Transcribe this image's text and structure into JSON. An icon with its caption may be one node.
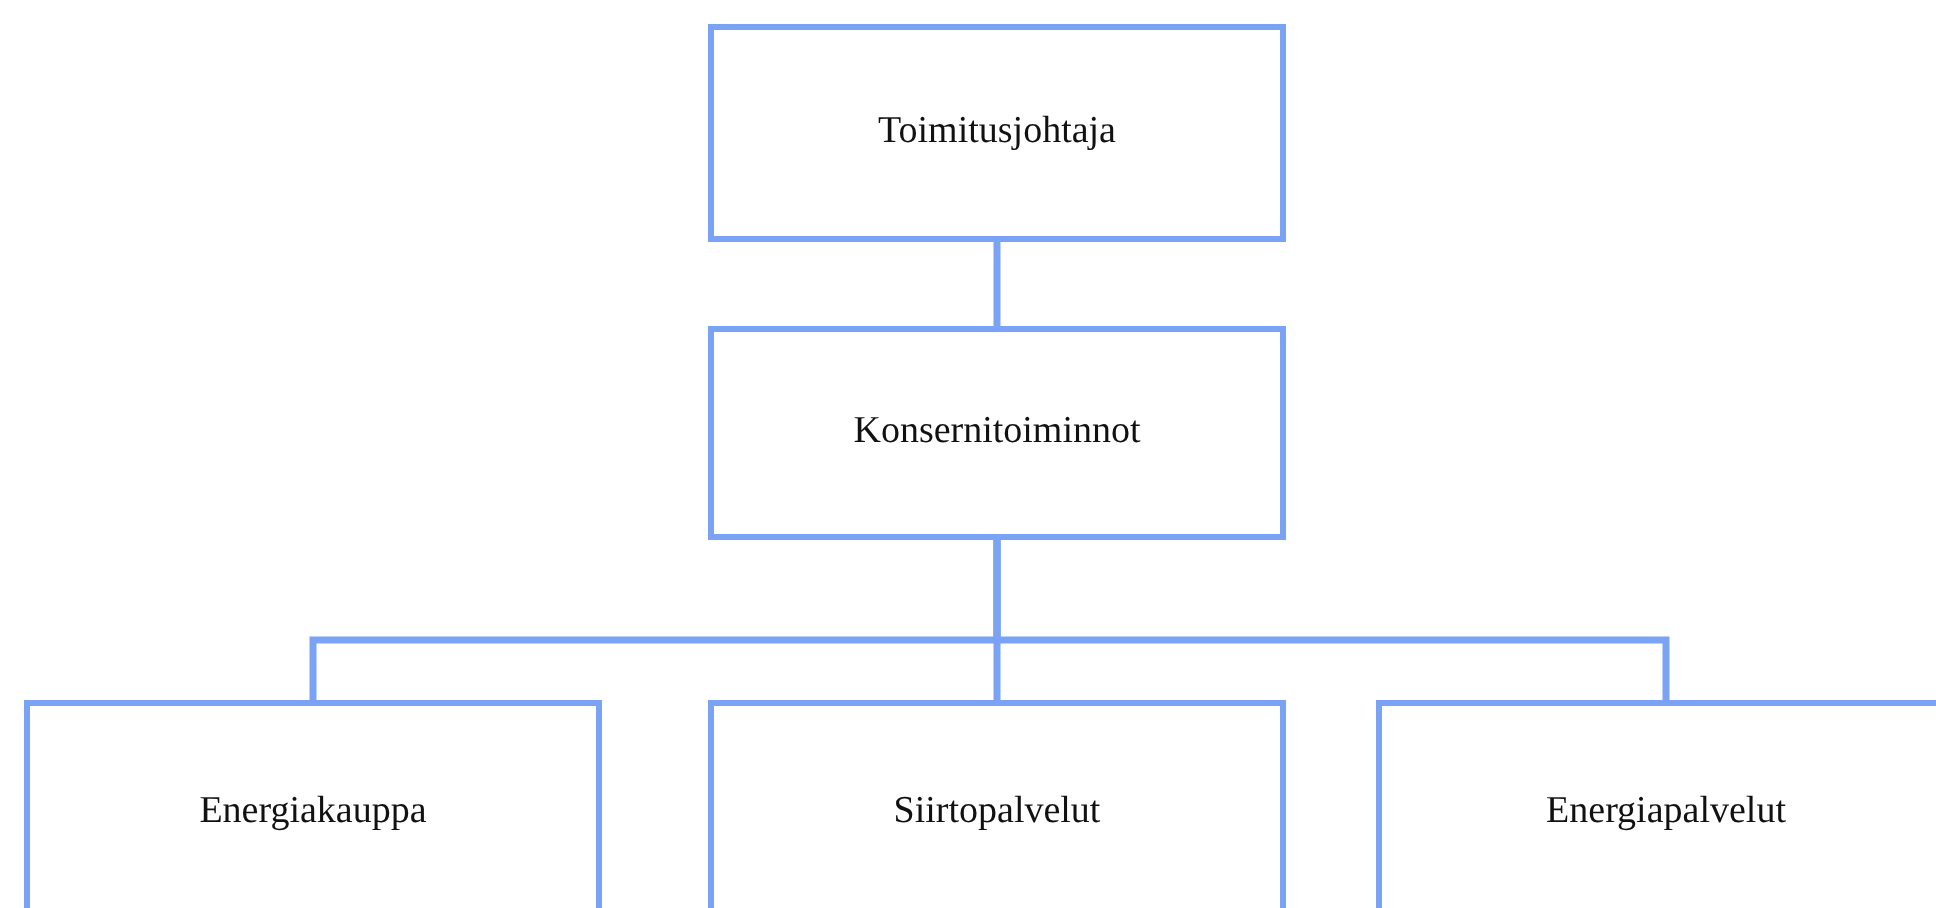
{
  "diagram": {
    "nodes": [
      {
        "text": [
          "Toimitusjohtaja"
        ]
      },
      {
        "text": [
          "Konsernitoiminnot"
        ]
      },
      {
        "text": [
          "Energiakauppa"
        ]
      },
      {
        "text": [
          "Siirtopalvelut"
        ]
      },
      {
        "text": [
          "Energiapalvelut"
        ]
      }
    ],
    "edges": [
      {
        "from": 0,
        "to": 1,
        "arrow": "none"
      },
      {
        "from": 1,
        "to": 2,
        "arrow": "none"
      },
      {
        "from": 1,
        "to": 3,
        "arrow": "none"
      },
      {
        "from": 1,
        "to": 4,
        "arrow": "none"
      }
    ]
  }
}
